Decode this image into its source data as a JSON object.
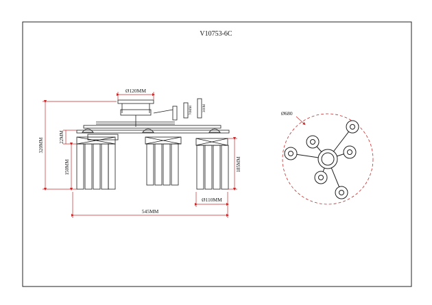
{
  "drawing": {
    "model": "V10753-6C",
    "dimensions": {
      "total_height": "320MM",
      "top_gap": "22MM",
      "crystal_height": "150MM",
      "shade_height": "185MM",
      "canopy_diameter": "Ø120MM",
      "shade_diameter": "Ø110MM",
      "total_width": "545MM",
      "rod_a": "70MM",
      "rod_b": "300M",
      "plan_diameter": "Ø680"
    },
    "colors": {
      "line": "#1a1a1a",
      "dim_line": "#c62828",
      "dash_circle": "#c62828"
    }
  }
}
